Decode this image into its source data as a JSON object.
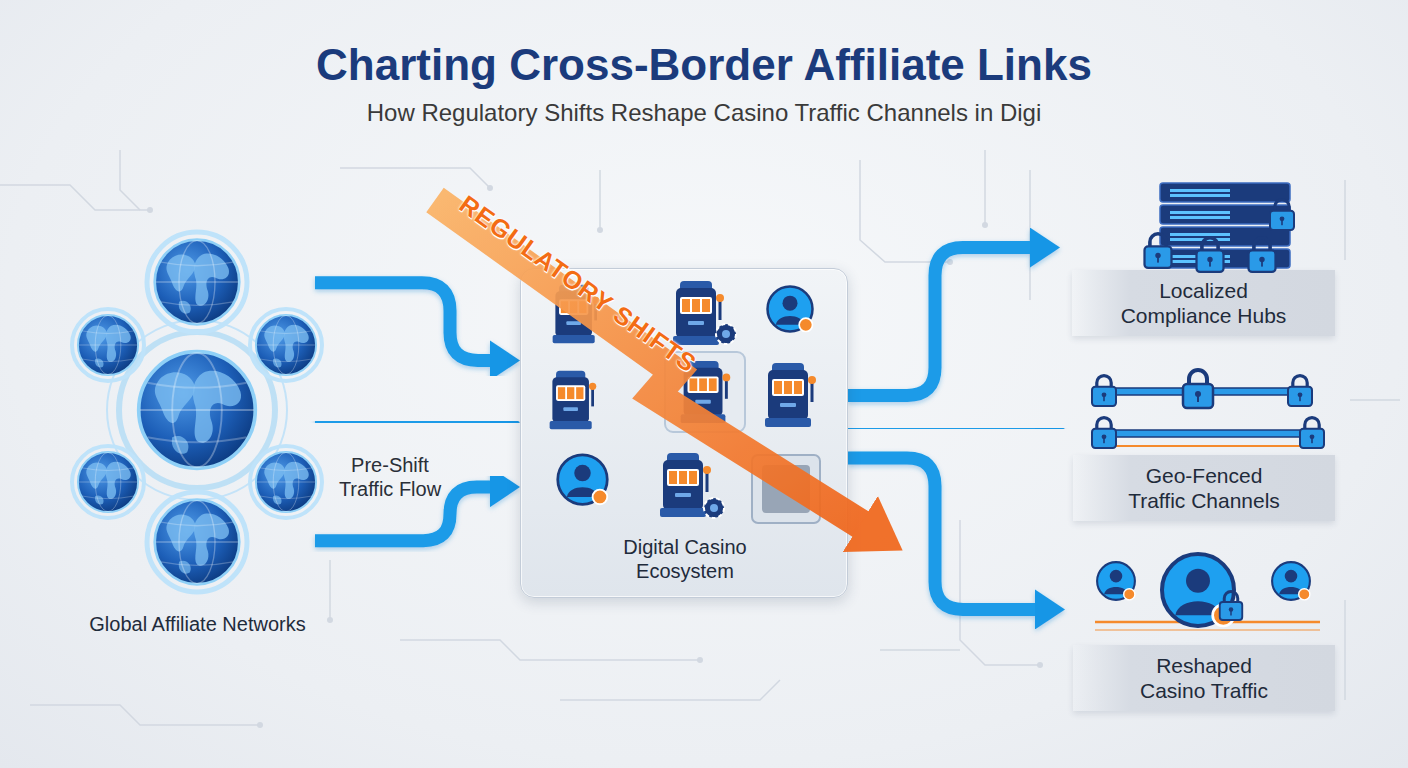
{
  "diagram": {
    "title": "Charting Cross-Border Affiliate Links",
    "nodes": [
      {
        "text": [
          "Global Affiliate Networks"
        ]
      },
      {
        "text": [
          "Digital Casino Ecosystem"
        ]
      },
      {
        "text": [
          "Localized Compliance Hubs"
        ]
      },
      {
        "text": [
          "Geo-Fenced Traffic Channels"
        ]
      },
      {
        "text": [
          "Reshaped Casino Traffic"
        ]
      }
    ],
    "edges": [
      {
        "from": 0,
        "to": 1,
        "arrow": "to"
      },
      {
        "from": 0,
        "to": 1,
        "label": "Pre-Shift Traffic Flow",
        "arrow": "to"
      },
      {
        "from": 0,
        "to": 1,
        "arrow": "to"
      },
      {
        "from": 1,
        "to": 2,
        "arrow": "to"
      },
      {
        "from": 1,
        "to": 3,
        "arrow": "to"
      },
      {
        "from": 1,
        "to": 4,
        "arrow": "to"
      }
    ],
    "labels": [
      "How Regulatory Shifts Reshape Casino Traffic Channels in Digi",
      "REGULATORY SHIFTS"
    ]
  }
}
